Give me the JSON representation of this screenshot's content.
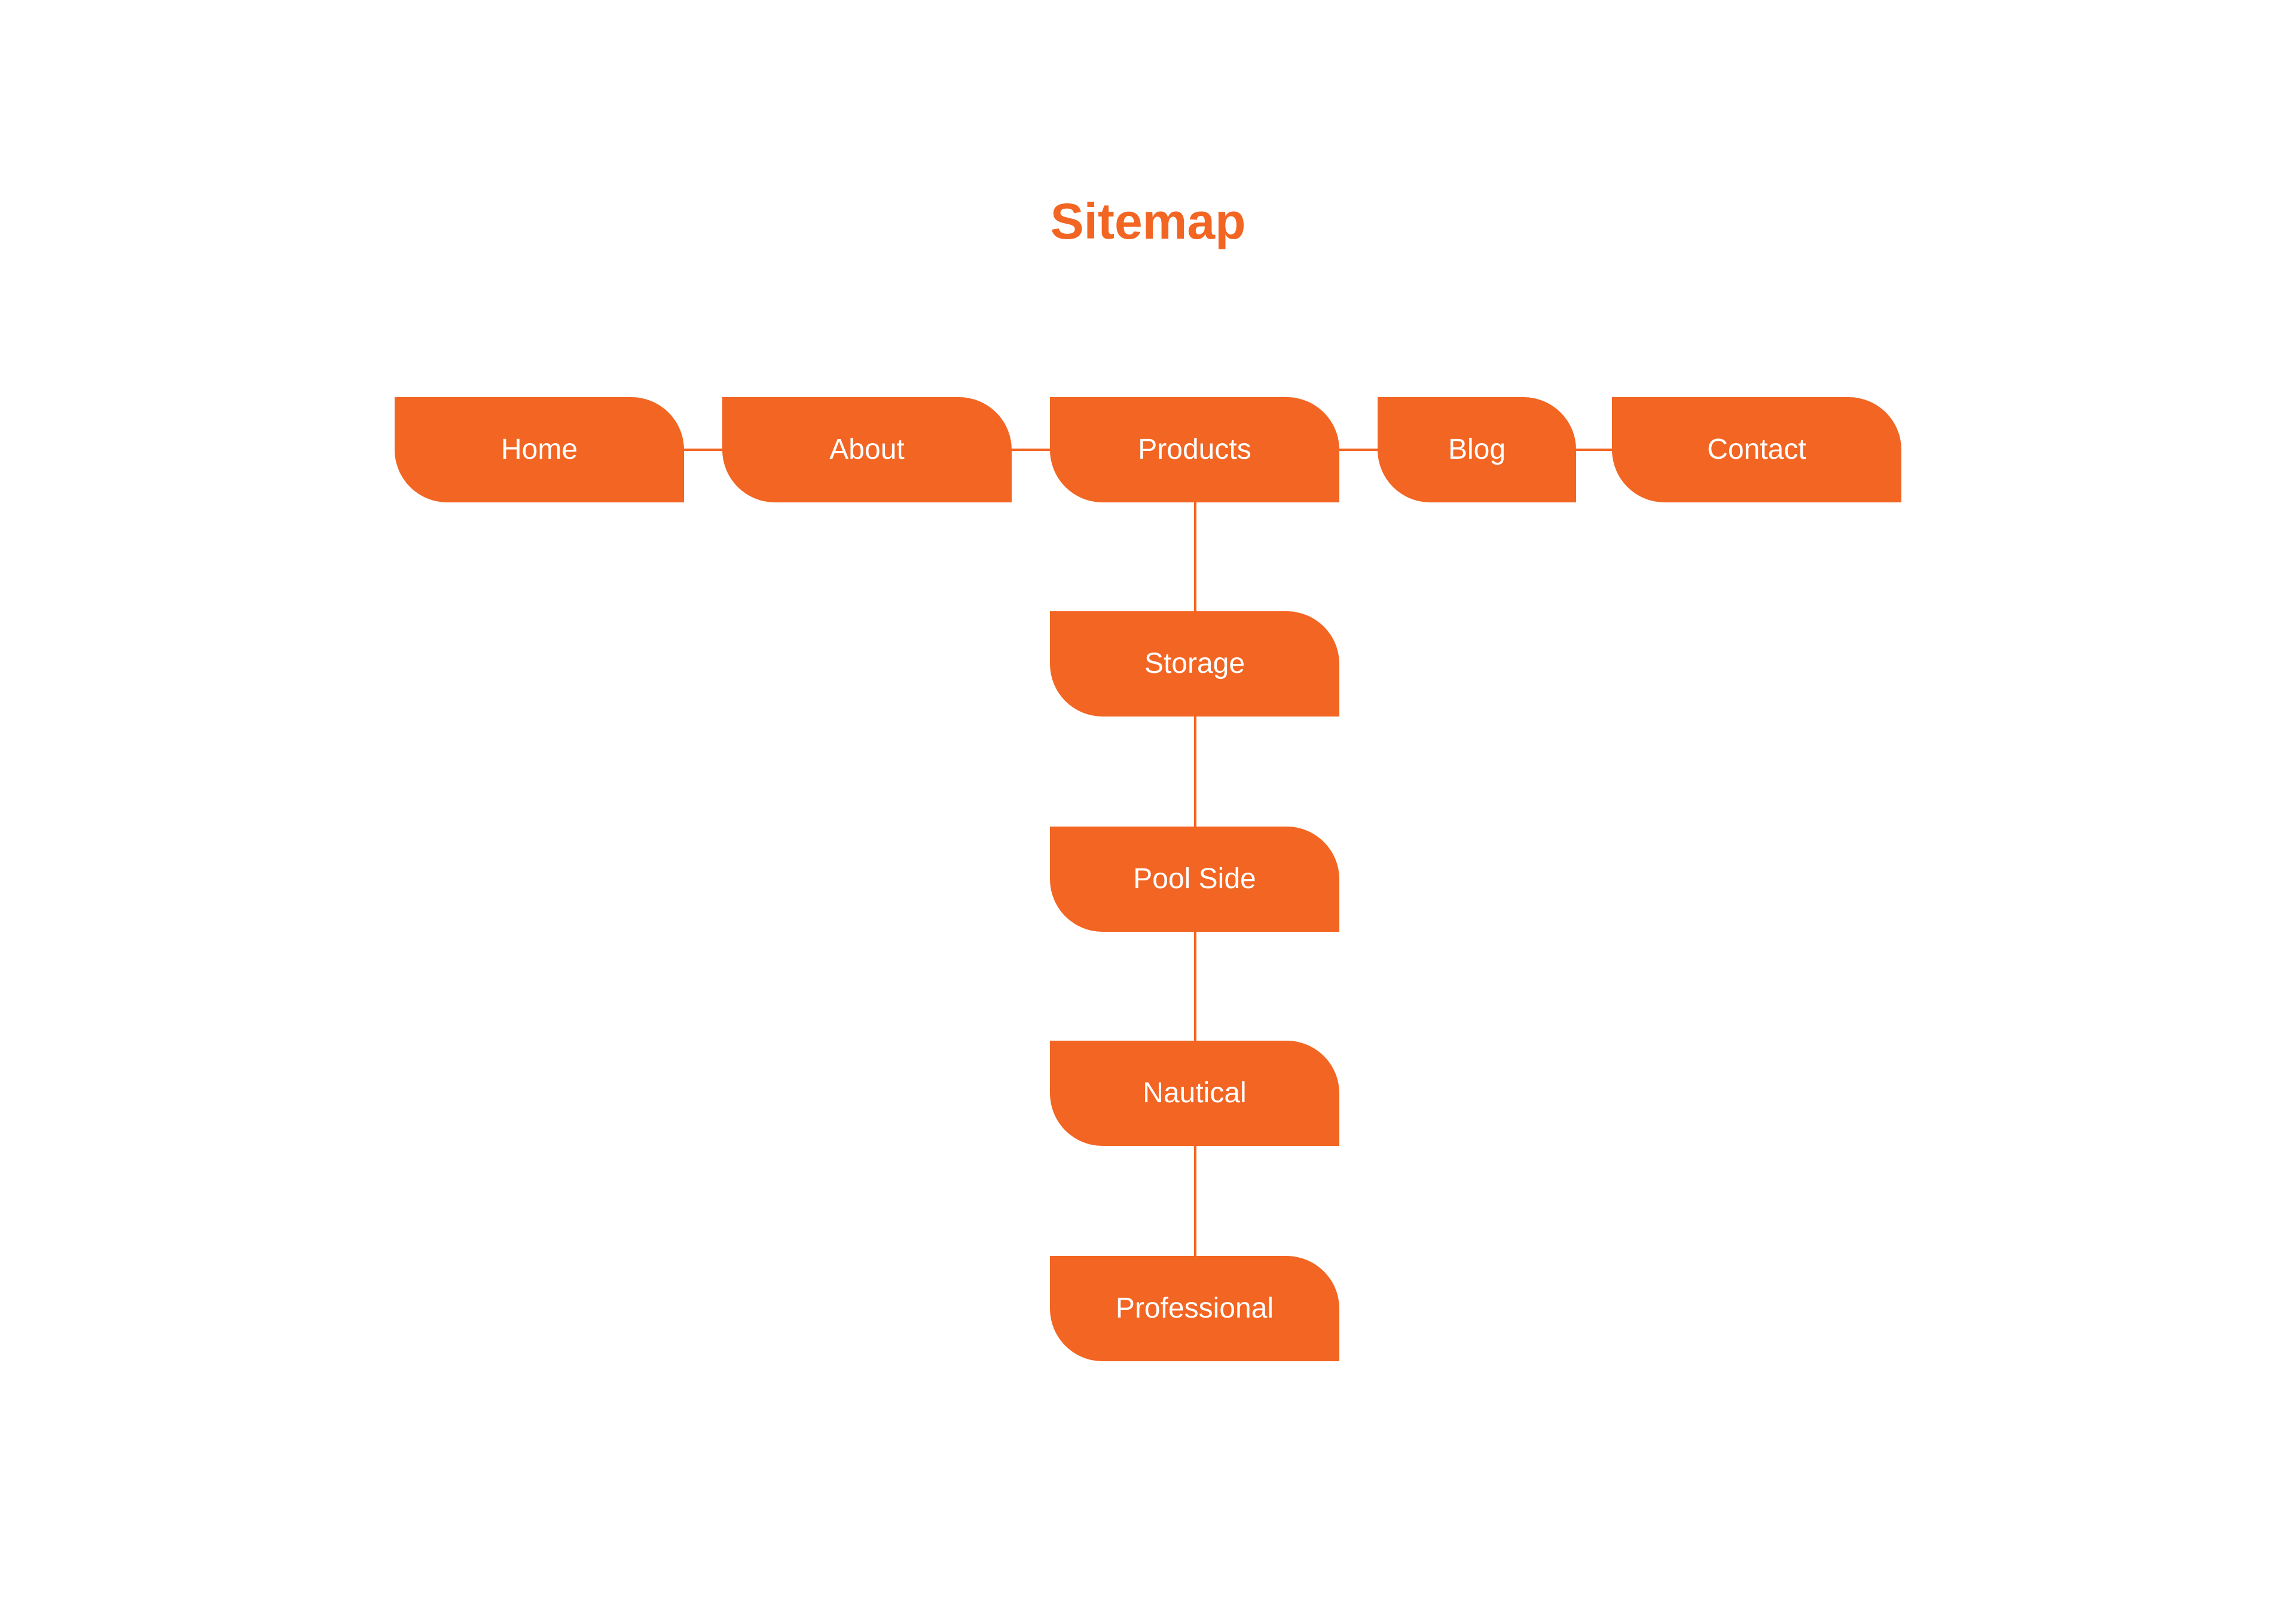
{
  "diagram": {
    "title": "Sitemap",
    "accent_color": "#f26522",
    "label_color": "#ffffff",
    "top_level": [
      {
        "id": "home",
        "label": "Home"
      },
      {
        "id": "about",
        "label": "About"
      },
      {
        "id": "products",
        "label": "Products"
      },
      {
        "id": "blog",
        "label": "Blog"
      },
      {
        "id": "contact",
        "label": "Contact"
      }
    ],
    "children_of_products": [
      {
        "id": "storage",
        "label": "Storage"
      },
      {
        "id": "pool-side",
        "label": "Pool Side"
      },
      {
        "id": "nautical",
        "label": "Nautical"
      },
      {
        "id": "professional",
        "label": "Professional"
      }
    ],
    "edges": [
      [
        "home",
        "about"
      ],
      [
        "about",
        "products"
      ],
      [
        "products",
        "blog"
      ],
      [
        "blog",
        "contact"
      ],
      [
        "products",
        "storage"
      ],
      [
        "storage",
        "pool-side"
      ],
      [
        "pool-side",
        "nautical"
      ],
      [
        "nautical",
        "professional"
      ]
    ]
  }
}
